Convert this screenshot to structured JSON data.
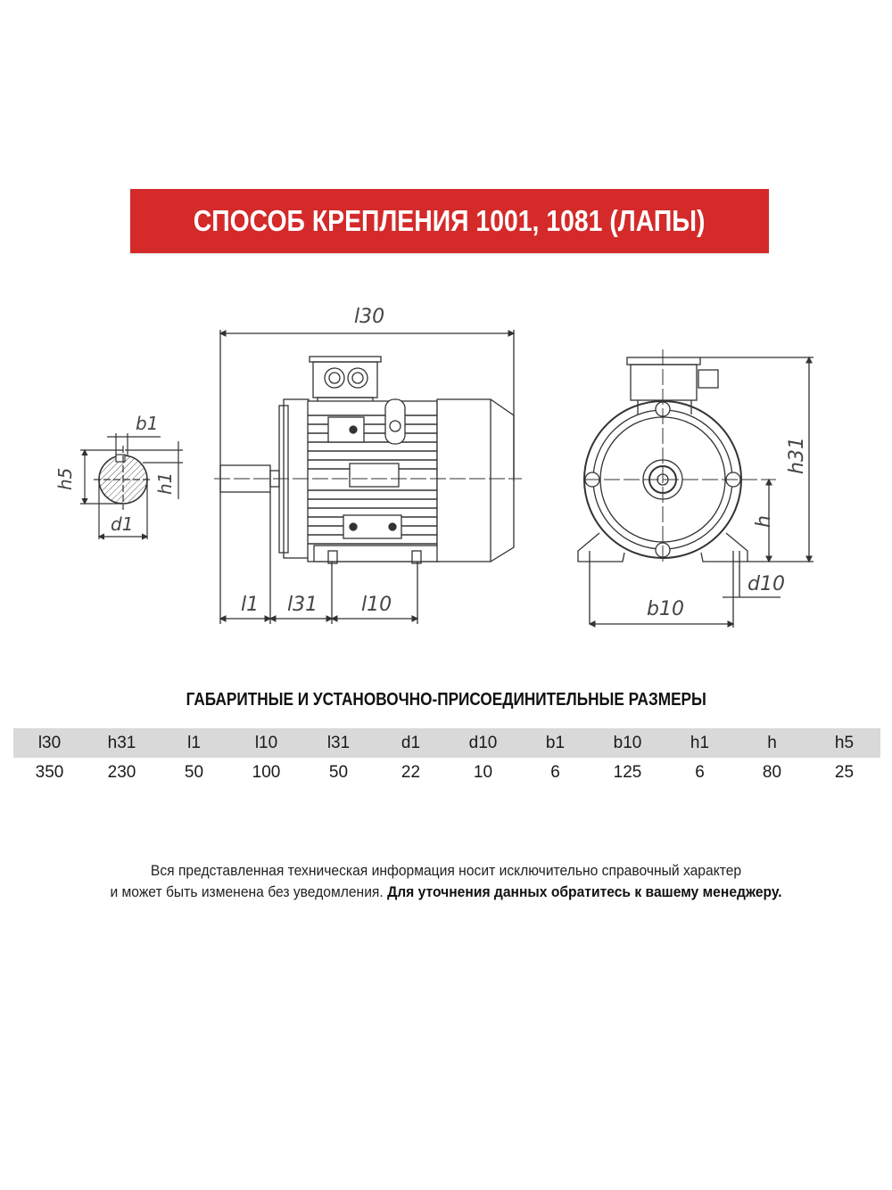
{
  "banner": {
    "title": "СПОСОБ КРЕПЛЕНИЯ 1001, 1081 (ЛАПЫ)",
    "color": "#d42a2a"
  },
  "drawing": {
    "shaft_section_labels": {
      "b1": "b1",
      "h5": "h5",
      "h1": "h1",
      "d1": "d1"
    },
    "side_view_labels": {
      "l30": "l30",
      "l1": "l1",
      "l31": "l31",
      "l10": "l10"
    },
    "front_view_labels": {
      "h31": "h31",
      "h": "h",
      "d10": "d10",
      "b10": "b10"
    }
  },
  "dimensions": {
    "title": "ГАБАРИТНЫЕ И УСТАНОВОЧНО-ПРИСОЕДИНИТЕЛЬНЫЕ РАЗМЕРЫ",
    "headers": [
      "l30",
      "h31",
      "l1",
      "l10",
      "l31",
      "d1",
      "d10",
      "b1",
      "b10",
      "h1",
      "h",
      "h5"
    ],
    "values": [
      "350",
      "230",
      "50",
      "100",
      "50",
      "22",
      "10",
      "6",
      "125",
      "6",
      "80",
      "25"
    ],
    "header_bg": "#d9d9d9"
  },
  "disclaimer": {
    "line1": "Вся представленная техническая информация носит исключительно справочный характер",
    "line2_regular": "и может быть изменена без уведомления. ",
    "line2_bold": "Для уточнения данных обратитесь к вашему менеджеру."
  }
}
